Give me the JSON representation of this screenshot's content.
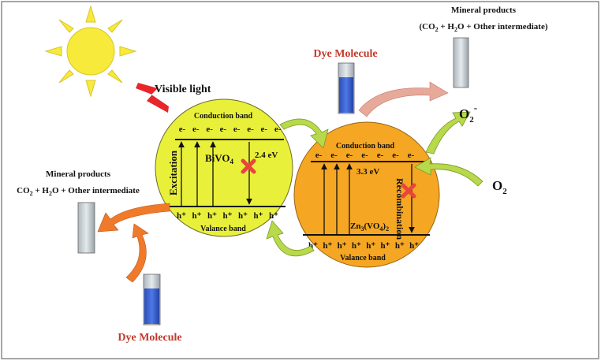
{
  "light": {
    "label": "Visible light"
  },
  "bivo4": {
    "name": "BiVO",
    "name_sub": "4",
    "conduction_band": "Conduction band",
    "valence_band": "Valance band",
    "electrons": [
      "e-",
      "e-",
      "e-",
      "e-",
      "e-",
      "e-",
      "e-",
      "e-"
    ],
    "holes": [
      "h⁺",
      "h⁺",
      "h⁺",
      "h⁺",
      "h⁺",
      "h⁺",
      "h⁺"
    ],
    "gap": "2.4 eV",
    "excitation": "Excitation"
  },
  "zn": {
    "name_part1": "Zn",
    "name_sub1": "3",
    "name_part2": "(VO",
    "name_sub2": "4",
    "name_part3": ")",
    "name_sub3": "2",
    "conduction_band": "Conduction band",
    "valence_band": "Valance band",
    "electrons": [
      "e-",
      "e-",
      "e-",
      "e-",
      "e-",
      "e-",
      "e-"
    ],
    "holes": [
      "h⁺",
      "h⁺",
      "h⁺",
      "h⁺",
      "h⁺",
      "h⁺",
      "h⁺",
      "h⁺"
    ],
    "gap": "3.3 eV",
    "recombination": "Recombination"
  },
  "left_products": {
    "title": "Mineral products",
    "formula": [
      "CO",
      "2",
      " +  H",
      "2",
      "O  +  Other intermediate"
    ]
  },
  "right_products": {
    "title": "Mineral products",
    "formula": [
      "(CO",
      "2",
      " +  H",
      "2",
      "O  +  Other intermediate)"
    ]
  },
  "dye_top": "Dye Molecule",
  "dye_bottom": "Dye Molecule",
  "o2_radical": {
    "base": "O",
    "sub": "2",
    "sup": "-"
  },
  "o2": {
    "base": "O",
    "sub": "2"
  },
  "colors": {
    "bivo4_fill": "#e9f03a",
    "zn_fill": "#f5a623",
    "sun": "#f7ea3a",
    "lightning": "#e8262a",
    "cross": "#e8453c",
    "green_arrow": "#b8d94a",
    "orange_arrow": "#f07a2a",
    "pink_arrow": "#e6a99a",
    "dye_blue": "#3a5fcf"
  }
}
